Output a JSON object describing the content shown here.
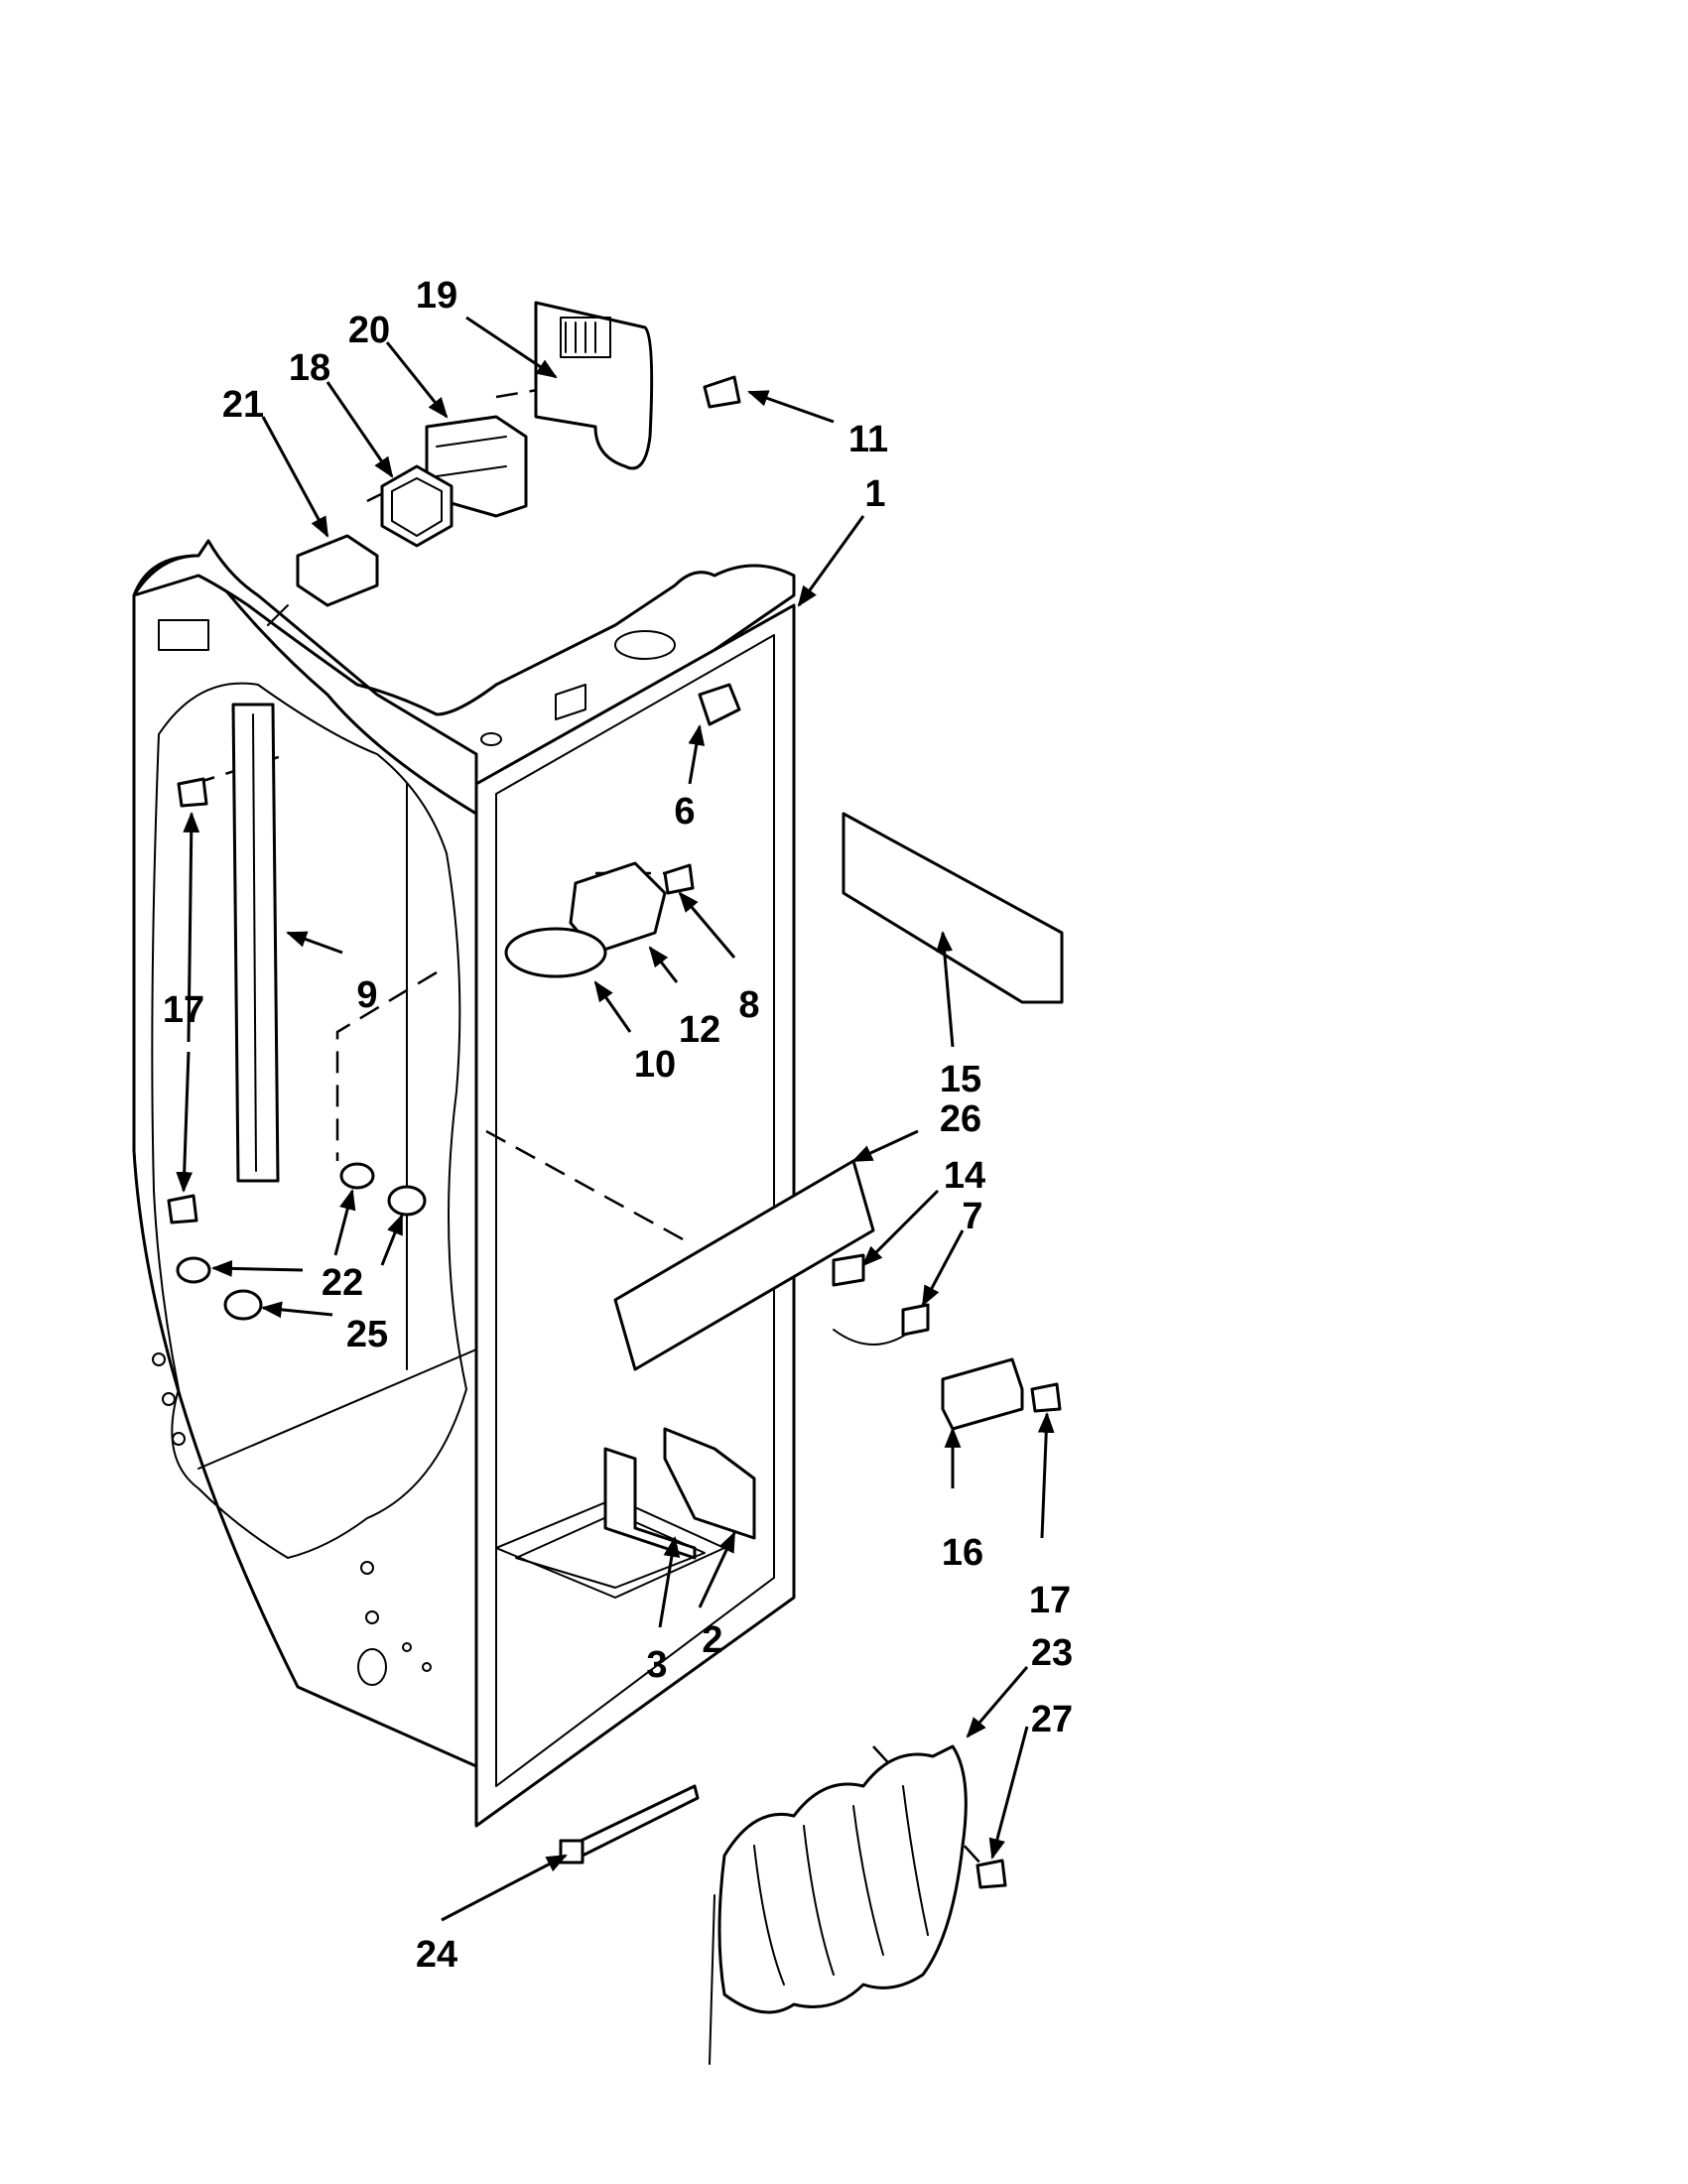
{
  "callouts": {
    "c1": "1",
    "c2": "2",
    "c3": "3",
    "c6": "6",
    "c7": "7",
    "c8": "8",
    "c9": "9",
    "c10": "10",
    "c11": "11",
    "c12": "12",
    "c14": "14",
    "c15": "15",
    "c16": "16",
    "c17a": "17",
    "c17b": "17",
    "c18": "18",
    "c19": "19",
    "c20": "20",
    "c21": "21",
    "c22": "22",
    "c23": "23",
    "c24": "24",
    "c25": "25",
    "c26": "26",
    "c27": "27"
  }
}
